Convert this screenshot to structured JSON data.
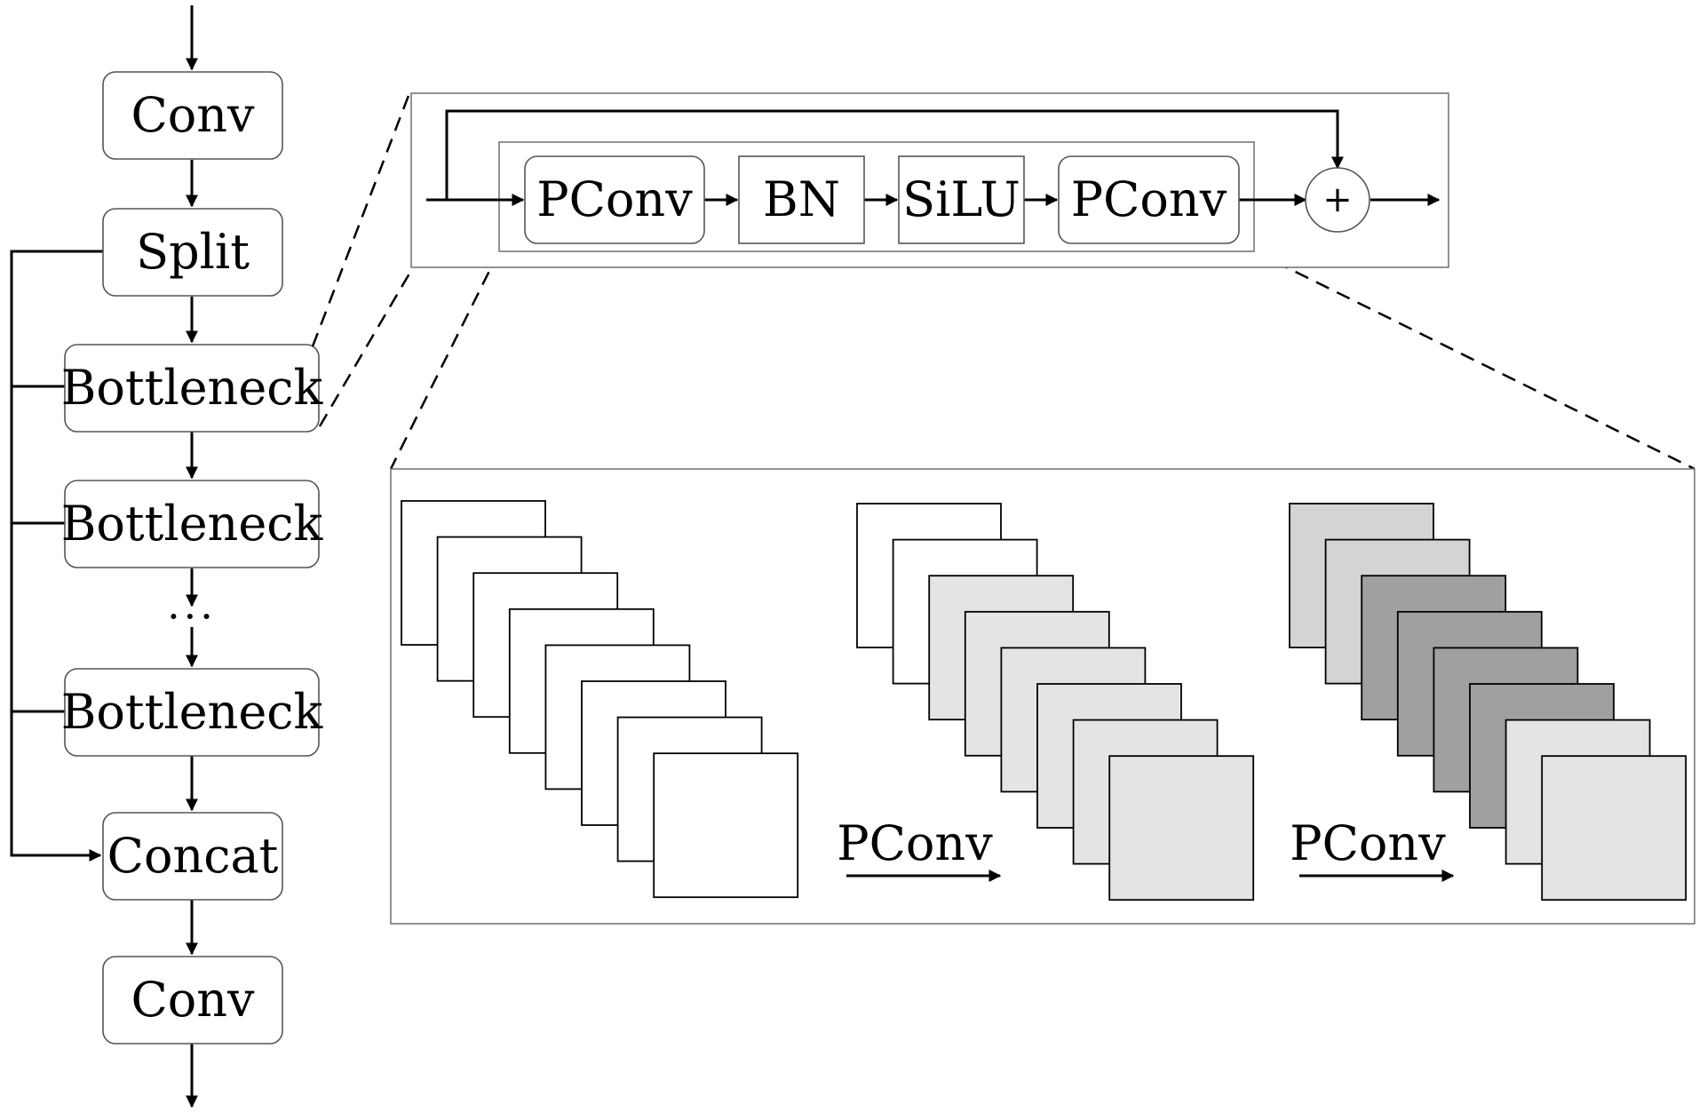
{
  "main_flow": {
    "conv_top": "Conv",
    "split": "Split",
    "bottleneck_1": "Bottleneck",
    "bottleneck_2": "Bottleneck",
    "ellipsis": "···",
    "bottleneck_n": "Bottleneck",
    "concat": "Concat",
    "conv_bottom": "Conv"
  },
  "bottleneck_detail": {
    "pconv_1": "PConv",
    "bn": "BN",
    "silu": "SiLU",
    "pconv_2": "PConv",
    "add_symbol": "+"
  },
  "pconv_illustration": {
    "step_1_label": "PConv",
    "step_2_label": "PConv",
    "colors": {
      "unprocessed": "#ffffff",
      "light": "#e4e4e4",
      "light_2": "#d4d4d4",
      "dark": "#a0a0a0"
    }
  }
}
